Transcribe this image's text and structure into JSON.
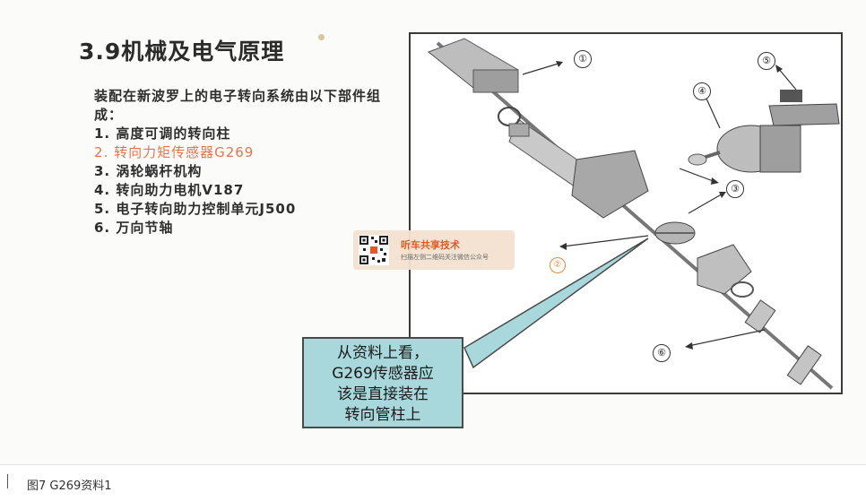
{
  "slide": {
    "title": "3.9机械及电气原理",
    "intro": "装配在新波罗上的电子转向系统由以下部件组成：",
    "parts": [
      "1. 高度可调的转向柱",
      "2. 转向力矩传感器G269",
      "3. 涡轮蜗杆机构",
      "4. 转向助力电机V187",
      "5. 电子转向助力控制单元J500",
      "6. 万向节轴"
    ],
    "callouts": [
      "①",
      "②",
      "③",
      "④",
      "⑤",
      "⑥"
    ],
    "note_lines": [
      "从资料上看，",
      "G269传感器应",
      "该是直接装在",
      "转向管柱上"
    ],
    "highlight_color": "#e8744e"
  },
  "watermark": {
    "title": "听车共享技术",
    "subtitle": "扫描左侧二维码关注微信公众号"
  },
  "caption": {
    "text": "图7   G269资料1"
  }
}
